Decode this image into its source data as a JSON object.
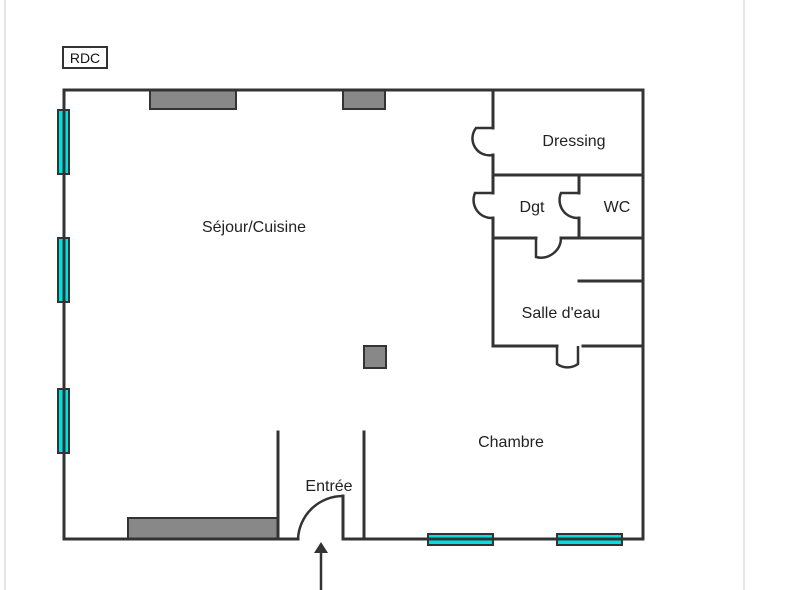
{
  "level_label": "RDC",
  "rooms": {
    "sejour": "Séjour/Cuisine",
    "dressing": "Dressing",
    "dgt": "Dgt",
    "wc": "WC",
    "salle_eau": "Salle d'eau",
    "chambre": "Chambre",
    "entree": "Entrée"
  },
  "colors": {
    "wall": "#333333",
    "window": "#00e0e0",
    "fixture": "#888888",
    "background": "#ffffff",
    "frame": "#cccccc"
  }
}
